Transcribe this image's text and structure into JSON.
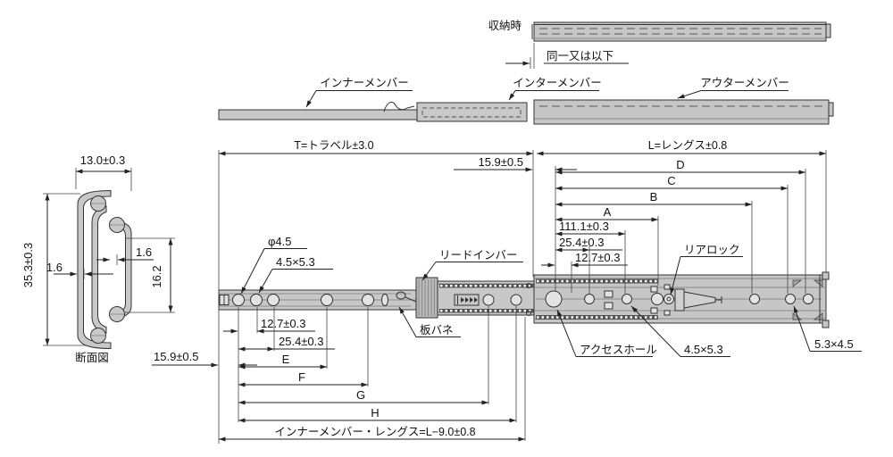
{
  "labels": {
    "stored": "収納時",
    "stored_note": "同一又は以下",
    "inner_member": "インナーメンバー",
    "inter_member": "インターメンバー",
    "outer_member": "アウターメンバー",
    "travel": "T=トラベル±3.0",
    "length": "L=レングス±0.8",
    "offset_top": "15.9±0.5",
    "d": "D",
    "c": "C",
    "b": "B",
    "a": "A",
    "dim_111": "111.1±0.3",
    "dim_25_4_right": "25.4±0.3",
    "dim_12_7_right": "12.7±0.3",
    "rear_lock": "リアロック",
    "hole_dia": "φ4.5",
    "slot_front": "4.5×5.3",
    "lead_in_bar": "リードインバー",
    "leaf_spring": "板バネ",
    "access_hole": "アクセスホール",
    "slot_mid": "4.5×5.3",
    "slot_rear": "5.3×4.5",
    "dim_12_7_bottom": "12.7±0.3",
    "dim_25_4_bottom": "25.4±0.3",
    "e": "E",
    "f": "F",
    "g": "G",
    "h": "H",
    "offset_bottom": "15.9±0.5",
    "inner_member_length": "インナーメンバー・レングス=L−9.0±0.8",
    "cs_width": "13.0±0.3",
    "cs_height": "35.3±0.3",
    "cs_wall_left": "1.6",
    "cs_wall_right": "1.6",
    "cs_inner_height": "16.2",
    "cs_caption": "断面図"
  },
  "colors": {
    "line": "#222222",
    "metal_fill": "#c8c8c8",
    "background": "#ffffff"
  }
}
